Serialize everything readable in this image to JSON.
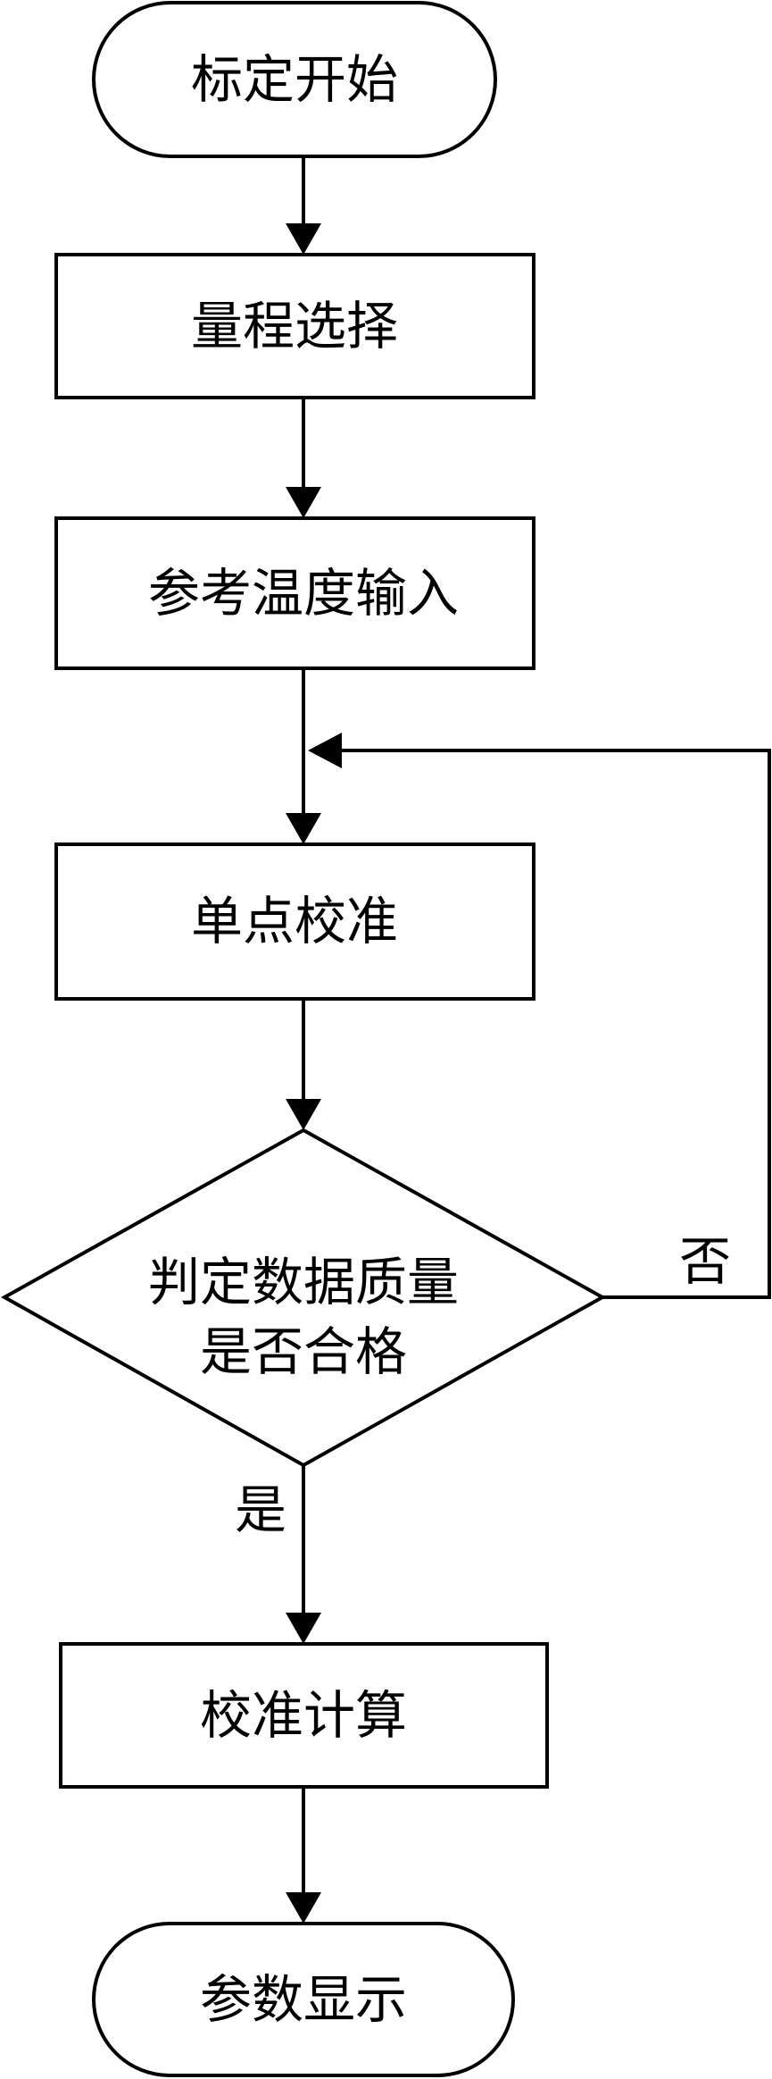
{
  "flowchart": {
    "start": "标定开始",
    "range_select": "量程选择",
    "ref_temp_input": "参考温度输入",
    "single_point_calib": "单点校准",
    "decision_line1": "判定数据质量",
    "decision_line2": "是否合格",
    "no_label": "否",
    "yes_label": "是",
    "calib_compute": "校准计算",
    "end": "参数显示"
  }
}
